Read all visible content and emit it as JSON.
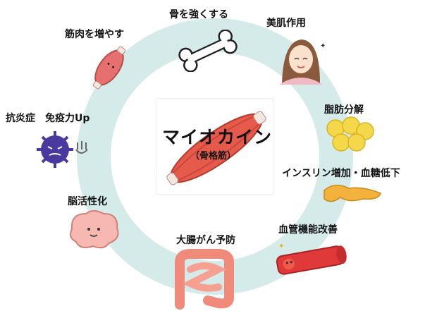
{
  "center": {
    "title": "マイオカイン",
    "subtitle": "（骨格筋）"
  },
  "items": [
    {
      "label": "骨を強くする",
      "icon": "bone-icon"
    },
    {
      "label": "美肌作用",
      "icon": "woman-face-icon"
    },
    {
      "label": "脂肪分解",
      "icon": "fat-cells-icon"
    },
    {
      "label": "インスリン増加・血糖低下",
      "icon": "pancreas-icon"
    },
    {
      "label": "血管機能改善",
      "icon": "blood-vessel-icon"
    },
    {
      "label": "大腸がん予防",
      "icon": "intestine-icon"
    },
    {
      "label": "脳活性化",
      "icon": "brain-icon"
    },
    {
      "label": "抗炎症　免疫力Up",
      "icon": "virus-icon"
    },
    {
      "label": "筋肉を増やす",
      "icon": "muscle-icon"
    }
  ],
  "colors": {
    "ring": "#d4ebe9",
    "muscle": "#e65a4b",
    "fat": "#f5d84a",
    "pancreas": "#f2b23c",
    "virus": "#4a3aa0"
  }
}
